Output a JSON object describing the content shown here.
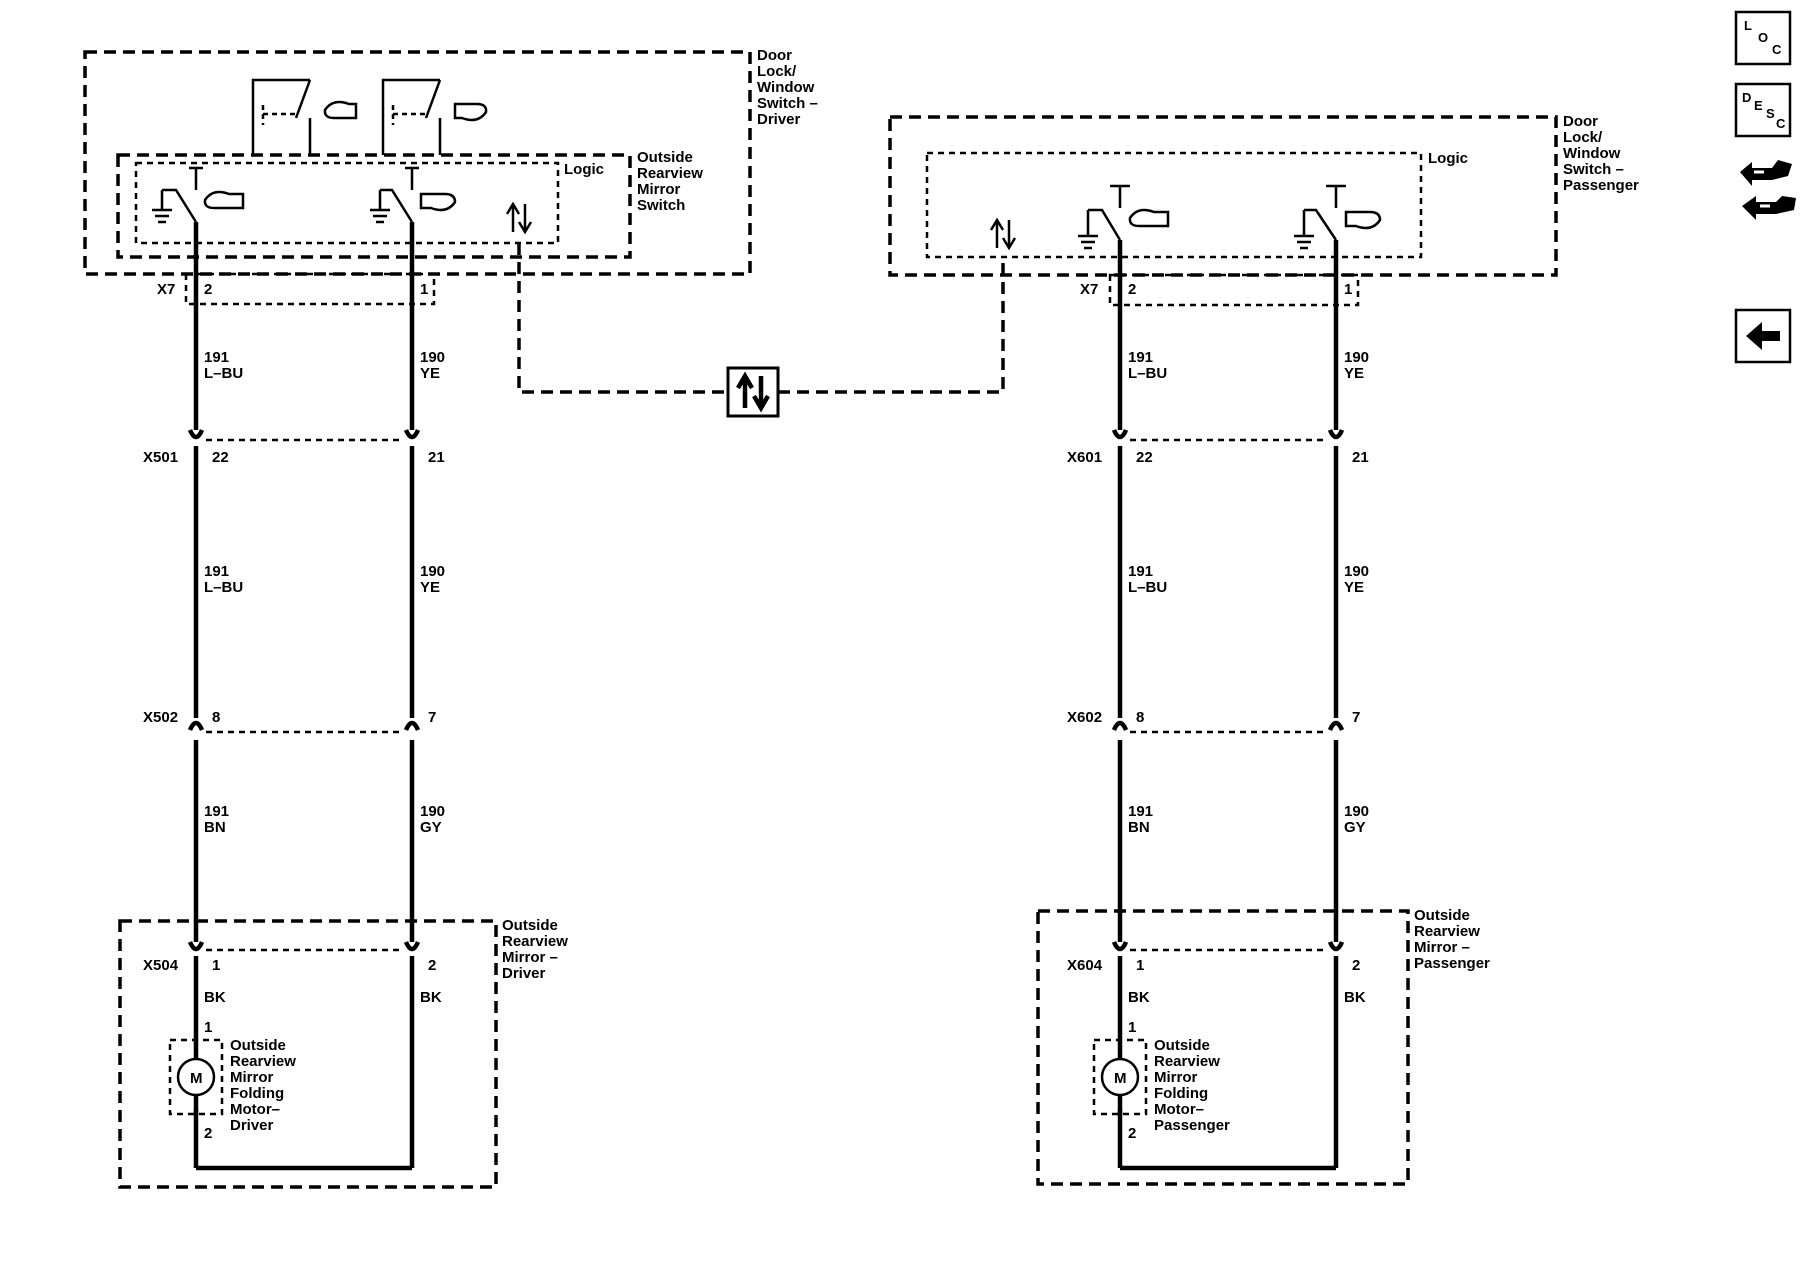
{
  "driver": {
    "switch_label": [
      "Door",
      "Lock/",
      "Window",
      "Switch –",
      "Driver"
    ],
    "mirror_switch_label": [
      "Outside",
      "Rearview",
      "Mirror",
      "Switch"
    ],
    "logic_label": "Logic",
    "x7_label": "X7",
    "x7_pins": [
      "2",
      "1"
    ],
    "wire_a_seg1": [
      "191",
      "L–BU"
    ],
    "wire_b_seg1": [
      "190",
      "YE"
    ],
    "conn1_label": "X501",
    "conn1_pins": [
      "22",
      "21"
    ],
    "wire_a_seg2": [
      "191",
      "L–BU"
    ],
    "wire_b_seg2": [
      "190",
      "YE"
    ],
    "conn2_label": "X502",
    "conn2_pins": [
      "8",
      "7"
    ],
    "wire_a_seg3": [
      "191",
      "BN"
    ],
    "wire_b_seg3": [
      "190",
      "GY"
    ],
    "mirror_label": [
      "Outside",
      "Rearview",
      "Mirror –",
      "Driver"
    ],
    "conn3_label": "X504",
    "conn3_pins": [
      "1",
      "2"
    ],
    "ground_color_a": "BK",
    "ground_color_b": "BK",
    "motor_pin_top": "1",
    "motor_pin_bottom": "2",
    "motor_symbol": "M",
    "motor_label": [
      "Outside",
      "Rearview",
      "Mirror",
      "Folding",
      "Motor–",
      "Driver"
    ]
  },
  "passenger": {
    "switch_label": [
      "Door",
      "Lock/",
      "Window",
      "Switch –",
      "Passenger"
    ],
    "logic_label": "Logic",
    "x7_label": "X7",
    "x7_pins": [
      "2",
      "1"
    ],
    "wire_a_seg1": [
      "191",
      "L–BU"
    ],
    "wire_b_seg1": [
      "190",
      "YE"
    ],
    "conn1_label": "X601",
    "conn1_pins": [
      "22",
      "21"
    ],
    "wire_a_seg2": [
      "191",
      "L–BU"
    ],
    "wire_b_seg2": [
      "190",
      "YE"
    ],
    "conn2_label": "X602",
    "conn2_pins": [
      "8",
      "7"
    ],
    "wire_a_seg3": [
      "191",
      "BN"
    ],
    "wire_b_seg3": [
      "190",
      "GY"
    ],
    "mirror_label": [
      "Outside",
      "Rearview",
      "Mirror –",
      "Passenger"
    ],
    "conn3_label": "X604",
    "conn3_pins": [
      "1",
      "2"
    ],
    "ground_color_a": "BK",
    "ground_color_b": "BK",
    "motor_pin_top": "1",
    "motor_pin_bottom": "2",
    "motor_symbol": "M",
    "motor_label": [
      "Outside",
      "Rearview",
      "Mirror",
      "Folding",
      "Motor–",
      "Passenger"
    ]
  },
  "sidebar": {
    "loc_letters": [
      "L",
      "O",
      "C"
    ],
    "desc_letters": [
      "D",
      "E",
      "S",
      "C"
    ],
    "buttons": [
      "loc-icon",
      "desc-icon",
      "connector-icon",
      "back-arrow-icon"
    ]
  }
}
